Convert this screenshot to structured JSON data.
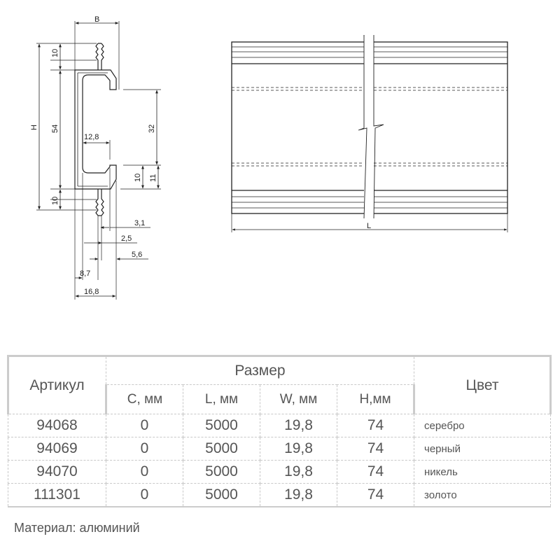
{
  "drawing": {
    "dims": {
      "b": "B",
      "h": "H",
      "l": "L",
      "d54": "54",
      "d10_top": "10",
      "d10_bottom": "10",
      "d12_8": "12,8",
      "d32": "32",
      "d10_side": "10",
      "d11": "11",
      "d3_1": "3,1",
      "d2_5": "2,5",
      "d5_6": "5,6",
      "d8_7": "8,7",
      "d16_8": "16,8"
    }
  },
  "table": {
    "article_header": "Артикул",
    "size_header": "Размер",
    "color_header": "Цвет",
    "sub_headers": [
      "C, мм",
      "L, мм",
      "W, мм",
      "H,мм"
    ],
    "rows": [
      {
        "article": "94068",
        "c": "0",
        "l": "5000",
        "w": "19,8",
        "h": "74",
        "color": "серебро"
      },
      {
        "article": "94069",
        "c": "0",
        "l": "5000",
        "w": "19,8",
        "h": "74",
        "color": "черный"
      },
      {
        "article": "94070",
        "c": "0",
        "l": "5000",
        "w": "19,8",
        "h": "74",
        "color": "никель"
      },
      {
        "article": "111301",
        "c": "0",
        "l": "5000",
        "w": "19,8",
        "h": "74",
        "color": "золото"
      }
    ]
  },
  "material": "Материал: алюминий"
}
